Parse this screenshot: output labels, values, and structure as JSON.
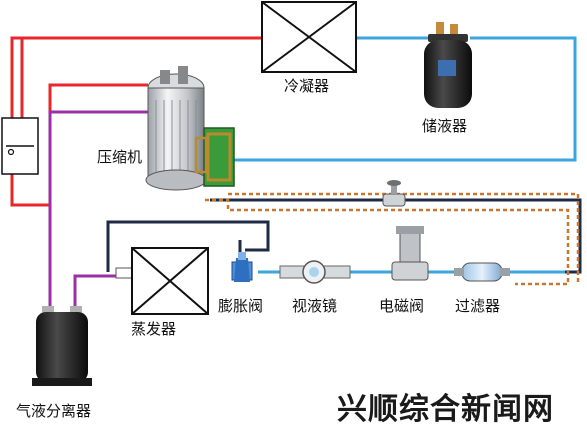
{
  "labels": {
    "condenser": "冷凝器",
    "receiver": "储液器",
    "compressor": "压缩机",
    "evaporator": "蒸发器",
    "expansion_valve": "膨胀阀",
    "sight_glass": "视液镜",
    "solenoid_valve": "电磁阀",
    "filter": "过滤器",
    "accumulator": "气液分离器"
  },
  "watermark": "兴顺综合新闻网",
  "colors": {
    "discharge_line": "#e8262b",
    "liquid_line": "#3aa6dd",
    "suction_line": "#9b30a6",
    "bypass_line": "#c9772e",
    "pipe_dark": "#1f2a44"
  }
}
